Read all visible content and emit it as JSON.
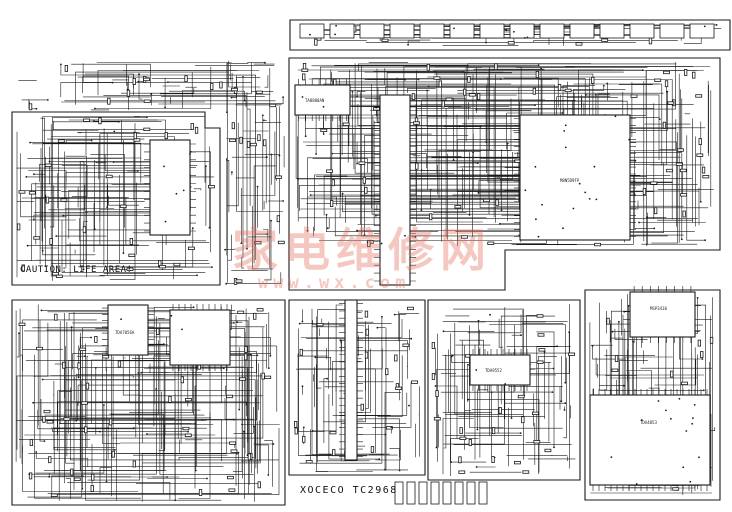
{
  "labels": {
    "caution": "CAUTION: LIFE AREA!",
    "model": "XOCECO  TC2968"
  },
  "watermark": {
    "chinese": "家电维修网",
    "url": "www.wx.com"
  },
  "ic_labels": {
    "main_ic": "M8N5D9FP",
    "top_ic": "TA8880AN",
    "audio_ic": "TDA7056A",
    "lower_ic": "TDA9552",
    "right_ic": "MSP3410",
    "bottom_ic": "TDA4853"
  },
  "colors": {
    "ink": "#1a1a1a",
    "watermark": "#e06e5a"
  }
}
